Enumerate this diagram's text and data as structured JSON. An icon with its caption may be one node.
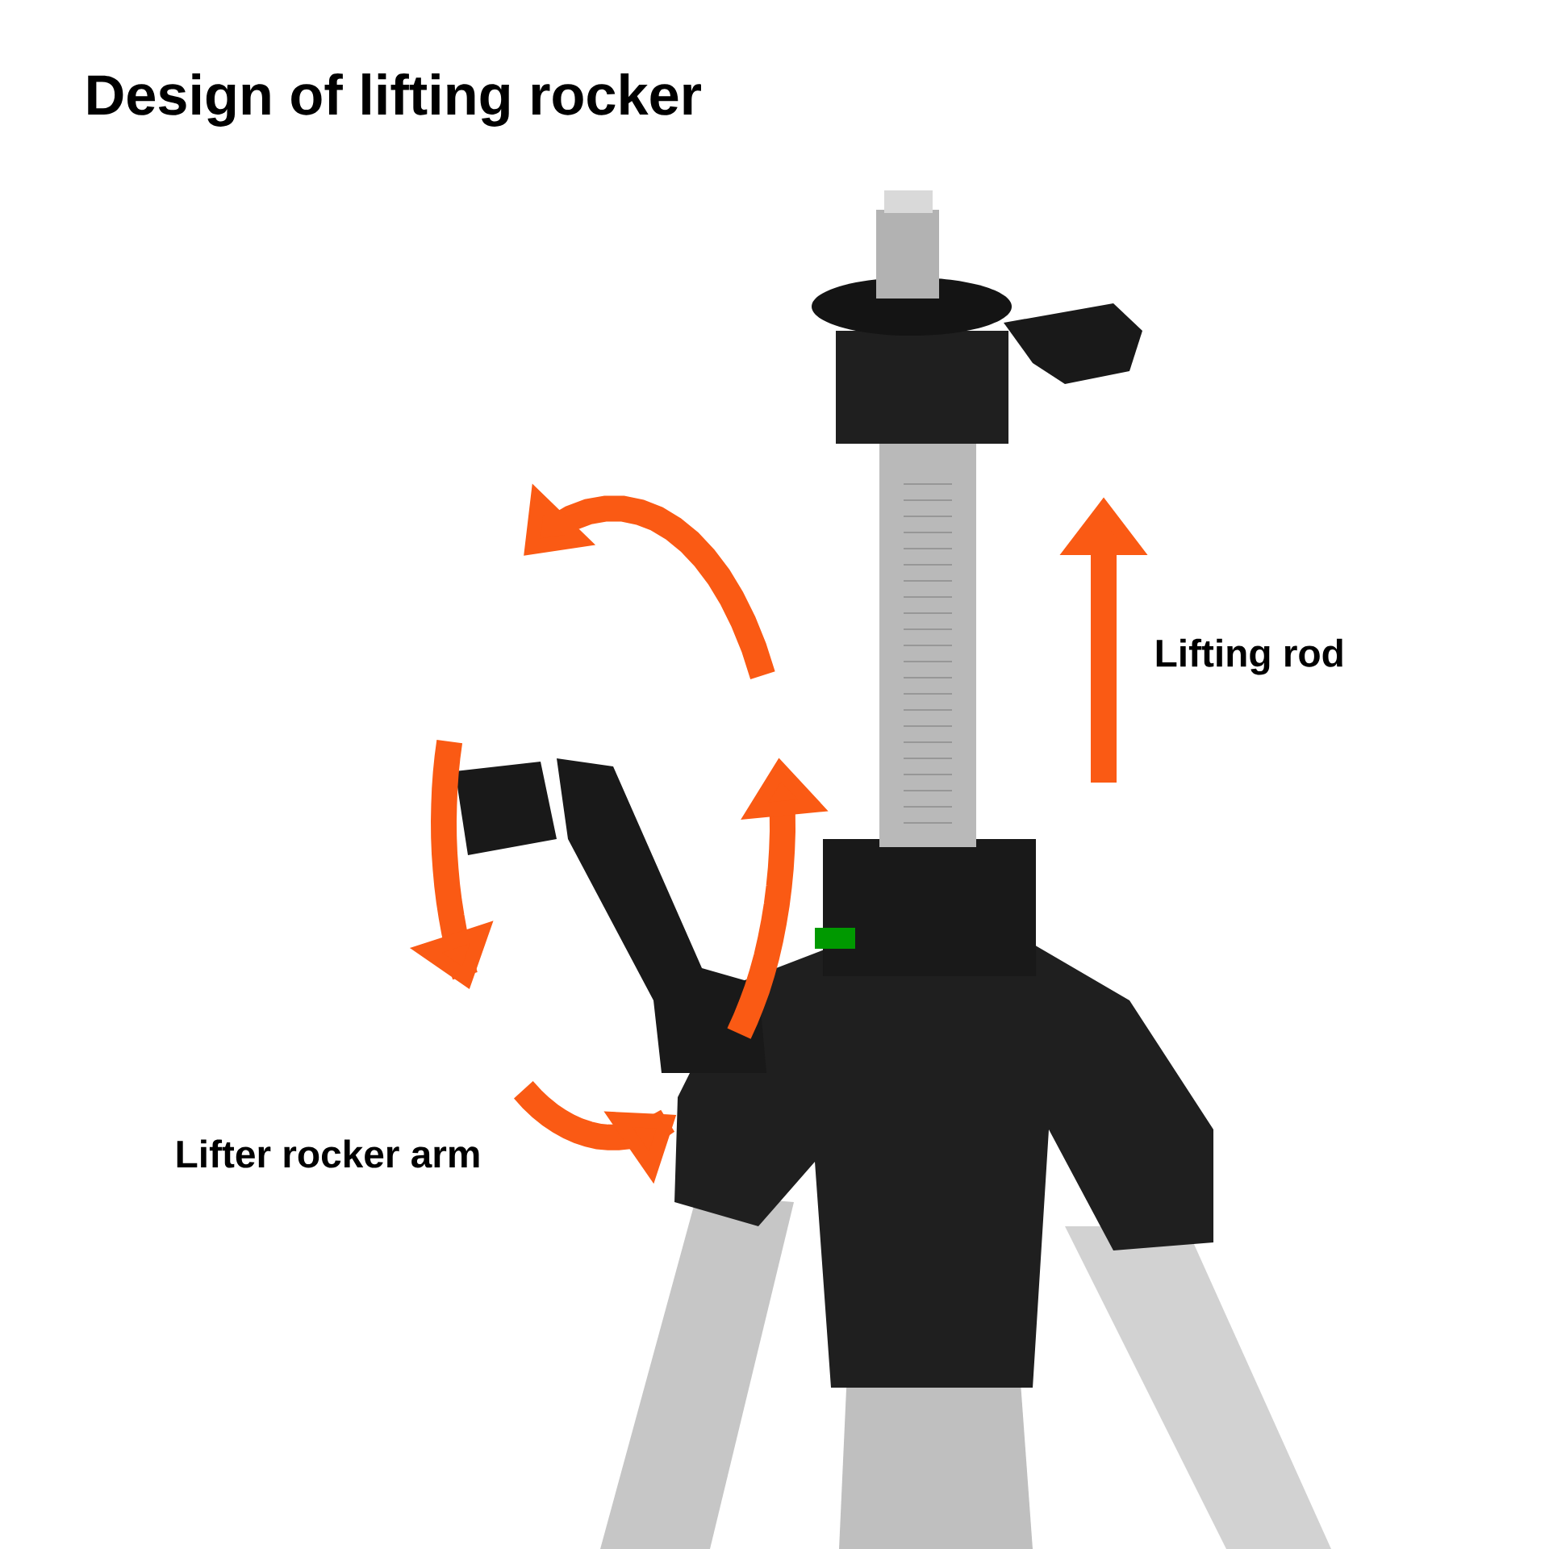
{
  "diagram": {
    "title": "Design of lifting rocker",
    "labels": [
      "Lifting rod",
      "Lifter rocker arm"
    ]
  }
}
